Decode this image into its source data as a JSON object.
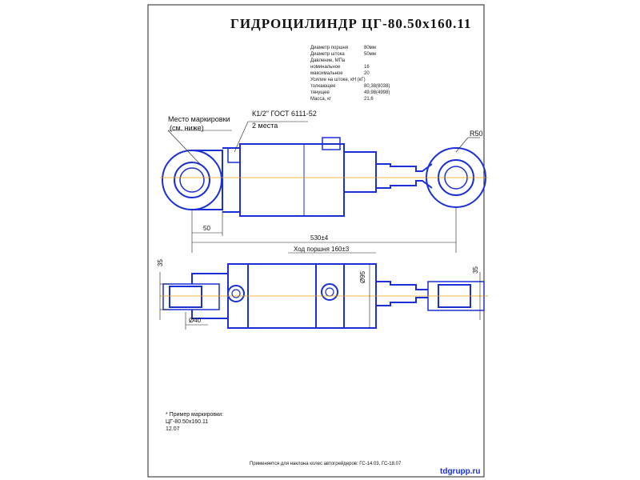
{
  "title": "ГИДРОЦИЛИНДР  ЦГ-80.50х160.11",
  "specs": [
    {
      "label": "Диаметр поршня",
      "value": "80мм"
    },
    {
      "label": "Диаметр штока",
      "value": "50мм"
    },
    {
      "label": "Давление, МПа",
      "value": ""
    },
    {
      "label": "номинальное",
      "value": "16"
    },
    {
      "label": "максимальное",
      "value": "20"
    },
    {
      "label": "Усилие на штоке, кН (кГ)",
      "value": ""
    },
    {
      "label": "толкающее",
      "value": "80,38(8038)"
    },
    {
      "label": "тянущее",
      "value": "49,98(4998)"
    },
    {
      "label": "Масса, кг",
      "value": "21,6"
    }
  ],
  "labels": {
    "marking_place": "Место маркировки",
    "see_below": "(см. ниже)",
    "thread": "К1/2\" ГОСТ 6111-52",
    "two_places": "2 места",
    "radius": "R50"
  },
  "dimensions": {
    "d50": "50",
    "length": "530±4",
    "stroke": "Ход поршня 160±3",
    "d35_left": "35",
    "d35_right": "35",
    "dia40": "Ø40",
    "dia95": "Ø95"
  },
  "marking_example": {
    "heading": "* Пример маркировки:",
    "line1": "ЦГ-80.50х160.11",
    "line2": "12.07"
  },
  "application": "Применяется для  наклона колес автогрейдеров: ГС-14.03, ГС-18.07",
  "brand": "tdgrupp.ru",
  "colors": {
    "line": "#1a2fd6",
    "axis": "#e0a000",
    "text": "#111111",
    "frame": "#222222"
  }
}
